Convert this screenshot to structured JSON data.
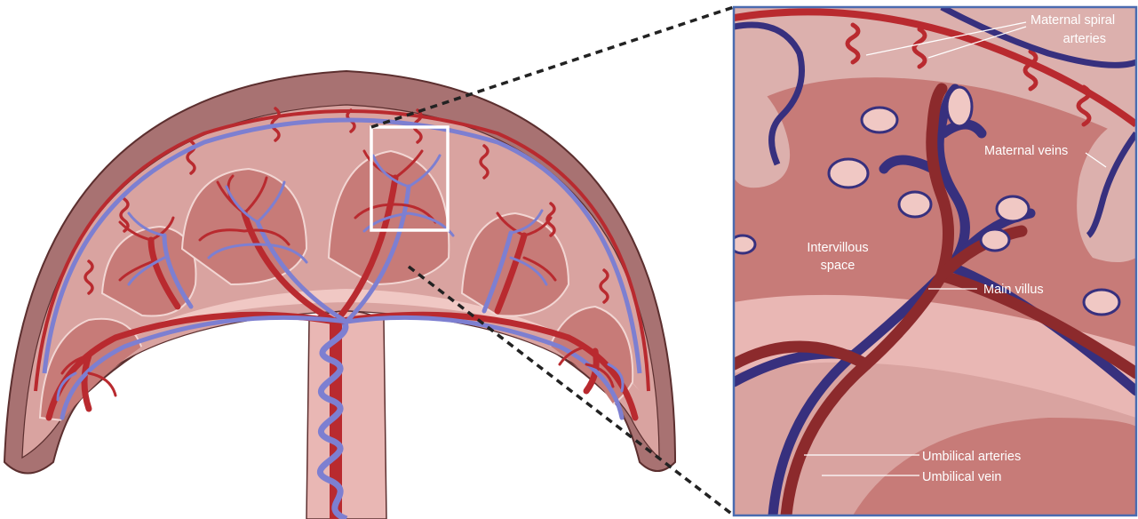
{
  "labels": {
    "maternal_spiral_arteries_line1": "Maternal spiral",
    "maternal_spiral_arteries_line2": "arteries",
    "maternal_veins": "Maternal veins",
    "intervillous_space_line1": "Intervillous",
    "intervillous_space_line2": "space",
    "main_villus": "Main villus",
    "umbilical_arteries": "Umbilical arteries",
    "umbilical_vein": "Umbilical vein"
  },
  "colors": {
    "decidua": "#a87272",
    "decidua_edge": "#5c2f2f",
    "cavity_light": "#e9b7b4",
    "cavity_mid": "#d9a3a0",
    "villus_zone": "#c77b78",
    "septum": "#dcb0ad",
    "artery_red": "#b92a2f",
    "artery_dark": "#8c2a2c",
    "vein_blue": "#7d7fd1",
    "vein_dark": "#37307e",
    "zoom_frame": "#4a6bb0"
  }
}
